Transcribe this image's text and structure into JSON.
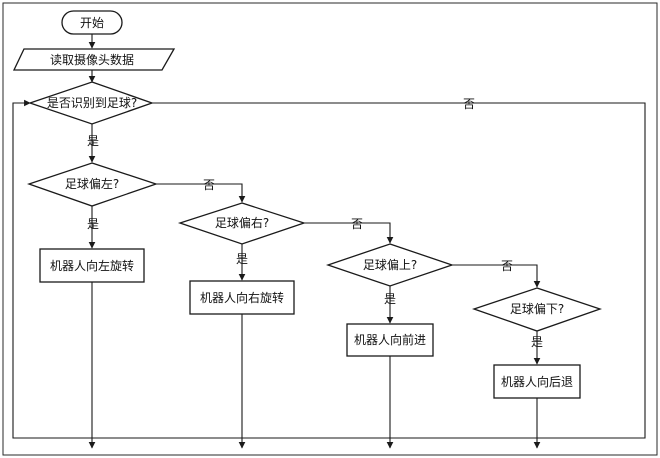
{
  "nodes": {
    "start": "开始",
    "read_camera": "读取摄像头数据",
    "detect_ball": "是否识别到足球?",
    "ball_left": "足球偏左?",
    "ball_right": "足球偏右?",
    "ball_up": "足球偏上?",
    "ball_down": "足球偏下?",
    "turn_left": "机器人向左旋转",
    "turn_right": "机器人向右旋转",
    "move_forward": "机器人向前进",
    "move_backward": "机器人向后退"
  },
  "edge_labels": {
    "yes": "是",
    "no": "否"
  }
}
